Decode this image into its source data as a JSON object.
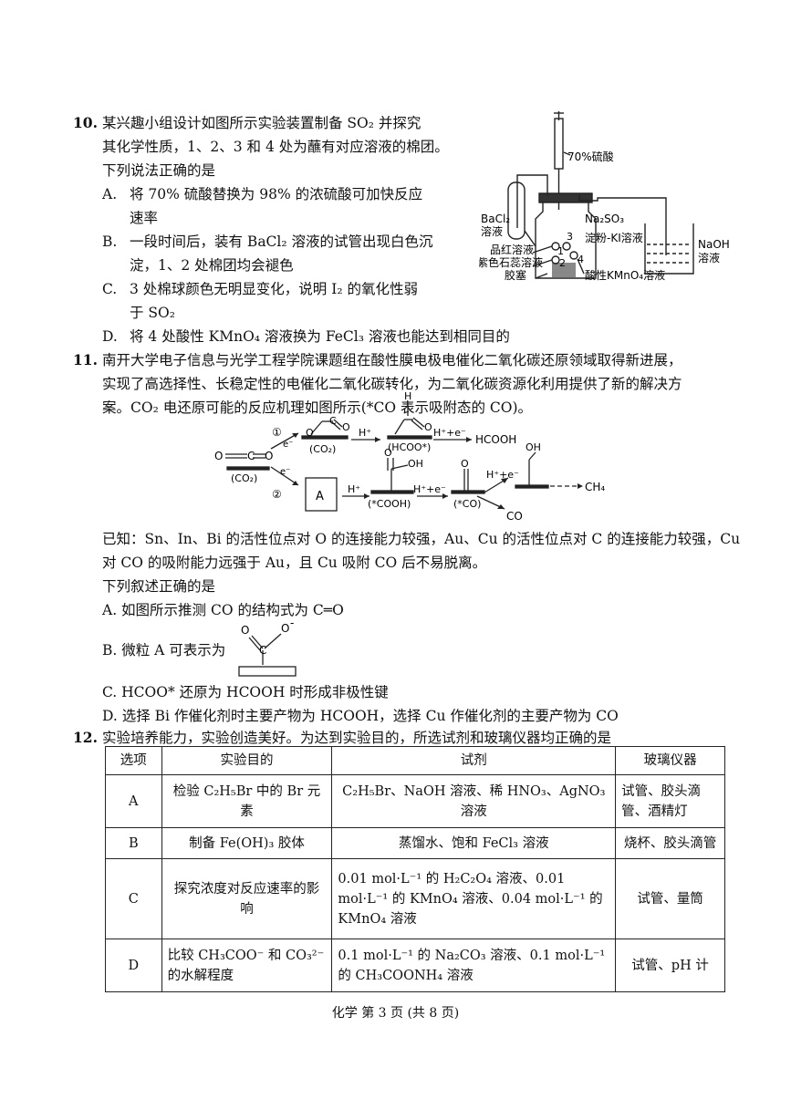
{
  "q10": {
    "num": "10.",
    "stem": [
      "某兴趣小组设计如图所示实验装置制备 SO₂ 并探究",
      "其化学性质，1、2、3 和 4 处为蘸有对应溶液的棉团。",
      "下列说法正确的是"
    ],
    "options": [
      {
        "label": "A.",
        "lines": [
          "将 70% 硫酸替换为 98% 的浓硫酸可加快反应",
          "速率"
        ]
      },
      {
        "label": "B.",
        "lines": [
          "一段时间后，装有 BaCl₂ 溶液的试管出现白色沉",
          "淀，1、2 处棉团均会褪色"
        ]
      },
      {
        "label": "C.",
        "lines": [
          "3 处棉球颜色无明显变化，说明 I₂ 的氧化性弱",
          "于 SO₂"
        ]
      },
      {
        "label": "D.",
        "lines": [
          "将 4 处酸性 KMnO₄ 溶液换为 FeCl₃ 溶液也能达到相同目的"
        ]
      }
    ],
    "figure": {
      "acid": "70%硫酸",
      "bacl2": "BaCl₂",
      "bacl2_2": "溶液",
      "na2so3": "Na₂SO₃",
      "n1": "1",
      "n2": "2",
      "n3": "3",
      "n4": "4",
      "starch": "淀粉-KI溶液",
      "pinred": "品红溶液",
      "litmus": "紫色石蕊溶液",
      "stopper": "胶塞",
      "kmno4": "酸性KMnO₄溶液",
      "naoh": "NaOH",
      "naoh2": "溶液"
    }
  },
  "q11": {
    "num": "11.",
    "stem": [
      "南开大学电子信息与光学工程学院课题组在酸性膜电极电催化二氧化碳还原领域取得新进展，",
      "实现了高选择性、长稳定性的电催化二氧化碳转化，为二氧化碳资源化利用提供了新的解决方",
      "案。CO₂ 电还原可能的反应机理如图所示(*CO 表示吸附态的 CO)。"
    ],
    "mech": {
      "c1": "①",
      "c2": "②",
      "e1": "e⁻",
      "e2": "e⁻",
      "co2": "(CO₂)",
      "co2b": "(CO₂)",
      "o": "O",
      "c": "C",
      "h": "H",
      "oh": "OH",
      "hplus": "H⁺",
      "hplus2": "H⁺",
      "he1": "H⁺+e⁻",
      "he2": "H⁺+e⁻",
      "he3": "H⁺+e⁻",
      "hcoo": "(HCOO*)",
      "hcooh": "HCOOH",
      "cooh": "(*COOH)",
      "sco": "(*CO)",
      "coout": "CO",
      "ch4": "CH₄",
      "boxA": "A",
      "minus": "-"
    },
    "known": [
      "已知：Sn、In、Bi 的活性位点对 O 的连接能力较强，Au、Cu 的活性位点对 C 的连接能力较强，Cu",
      "对 CO 的吸附能力远强于 Au，且 Cu 吸附 CO 后不易脱离。"
    ],
    "ask": "下列叙述正确的是",
    "optA": "A.  如图所示推测 CO 的结构式为 C═O",
    "optB": "B.  微粒 A 可表示为",
    "optC": "C.  HCOO* 还原为 HCOOH 时形成非极性键",
    "optD": "D.  选择 Bi 作催化剂时主要产物为 HCOOH，选择 Cu 作催化剂的主要产物为 CO"
  },
  "q12": {
    "num": "12.",
    "stem": "实验培养能力，实验创造美好。为达到实验目的，所选试剂和玻璃仪器均正确的是",
    "headers": [
      "选项",
      "实验目的",
      "试剂",
      "玻璃仪器"
    ],
    "rows": [
      {
        "opt": "A",
        "purpose": "检验 C₂H₅Br 中的 Br 元素",
        "reagent": "C₂H₅Br、NaOH 溶液、稀 HNO₃、AgNO₃ 溶液",
        "glass": "试管、胶头滴管、酒精灯"
      },
      {
        "opt": "B",
        "purpose": "制备 Fe(OH)₃ 胶体",
        "reagent": "蒸馏水、饱和 FeCl₃ 溶液",
        "glass": "烧杯、胶头滴管"
      },
      {
        "opt": "C",
        "purpose": "探究浓度对反应速率的影响",
        "reagent": "0.01 mol·L⁻¹ 的 H₂C₂O₄ 溶液、0.01 mol·L⁻¹ 的 KMnO₄ 溶液、0.04 mol·L⁻¹ 的 KMnO₄ 溶液",
        "glass": "试管、量筒"
      },
      {
        "opt": "D",
        "purpose": "比较 CH₃COO⁻ 和 CO₃²⁻ 的水解程度",
        "reagent": "0.1 mol·L⁻¹ 的 Na₂CO₃ 溶液、0.1 mol·L⁻¹ 的 CH₃COONH₄ 溶液",
        "glass": "试管、pH 计"
      }
    ]
  },
  "footer": "化学  第 3 页 (共 8 页)"
}
